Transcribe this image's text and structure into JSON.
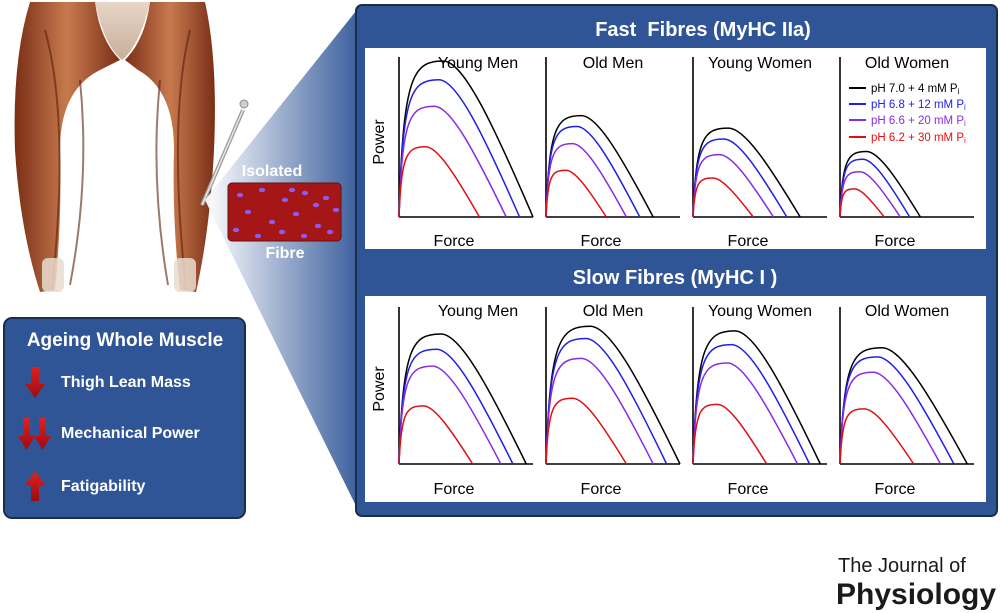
{
  "fibre_label": {
    "line1": "Isolated",
    "line2": "Fibre"
  },
  "summary": {
    "title": "Ageing Whole Muscle",
    "items": [
      {
        "label": "Thigh Lean Mass",
        "arrow": "down"
      },
      {
        "label": "Mechanical Power",
        "arrow": "double-down"
      },
      {
        "label": "Fatigability",
        "arrow": "up"
      }
    ]
  },
  "panels": [
    {
      "title": "Fast  Fibres (MyHC IIa)"
    },
    {
      "title": "Slow Fibres (MyHC I )"
    }
  ],
  "axis": {
    "xlabel": "Force",
    "ylabel": "Power"
  },
  "legend": [
    {
      "label": "pH 7.0 + 4 mM P",
      "sub": "i",
      "color": "#000000"
    },
    {
      "label": "pH 6.8 + 12 mM P",
      "sub": "i",
      "color": "#1f1fe6"
    },
    {
      "label": "pH 6.6 + 20 mM P",
      "sub": "i",
      "color": "#8a2be2"
    },
    {
      "label": "pH 6.2 + 30 mM P",
      "sub": "i",
      "color": "#e01010"
    }
  ],
  "colors": {
    "frame": "#2f5597",
    "panel_bg": "#3a64a8",
    "arrow": "#c0141c",
    "series": [
      "#000000",
      "#1f1fe6",
      "#8a2be2",
      "#e01010"
    ]
  },
  "journal": {
    "line1": "The Journal of",
    "line2": "Physiology"
  },
  "chart_data": [
    {
      "type": "line",
      "title": "Young Men",
      "panel": "Fast  Fibres (MyHC IIa)",
      "xlabel": "Force",
      "ylabel": "Power",
      "series": [
        {
          "name": "pH 7.0 + 4 mM Pi",
          "peak": 1.0,
          "fmax": 1.0
        },
        {
          "name": "pH 6.8 + 12 mM Pi",
          "peak": 0.88,
          "fmax": 0.9
        },
        {
          "name": "pH 6.6 + 20 mM Pi",
          "peak": 0.71,
          "fmax": 0.8
        },
        {
          "name": "pH 6.2 + 30 mM Pi",
          "peak": 0.45,
          "fmax": 0.6
        }
      ]
    },
    {
      "type": "line",
      "title": "Old Men",
      "panel": "Fast  Fibres (MyHC IIa)",
      "xlabel": "Force",
      "ylabel": "Power",
      "series": [
        {
          "name": "pH 7.0 + 4 mM Pi",
          "peak": 0.65,
          "fmax": 0.8
        },
        {
          "name": "pH 6.8 + 12 mM Pi",
          "peak": 0.58,
          "fmax": 0.7
        },
        {
          "name": "pH 6.6 + 20 mM Pi",
          "peak": 0.47,
          "fmax": 0.6
        },
        {
          "name": "pH 6.2 + 30 mM Pi",
          "peak": 0.3,
          "fmax": 0.45
        }
      ]
    },
    {
      "type": "line",
      "title": "Young Women",
      "panel": "Fast  Fibres (MyHC IIa)",
      "xlabel": "Force",
      "ylabel": "Power",
      "series": [
        {
          "name": "pH 7.0 + 4 mM Pi",
          "peak": 0.57,
          "fmax": 0.8
        },
        {
          "name": "pH 6.8 + 12 mM Pi",
          "peak": 0.5,
          "fmax": 0.7
        },
        {
          "name": "pH 6.6 + 20 mM Pi",
          "peak": 0.4,
          "fmax": 0.6
        },
        {
          "name": "pH 6.2 + 30 mM Pi",
          "peak": 0.25,
          "fmax": 0.45
        }
      ]
    },
    {
      "type": "line",
      "title": "Old Women",
      "panel": "Fast  Fibres (MyHC IIa)",
      "xlabel": "Force",
      "ylabel": "Power",
      "series": [
        {
          "name": "pH 7.0 + 4 mM Pi",
          "peak": 0.42,
          "fmax": 0.6
        },
        {
          "name": "pH 6.8 + 12 mM Pi",
          "peak": 0.37,
          "fmax": 0.52
        },
        {
          "name": "pH 6.6 + 20 mM Pi",
          "peak": 0.29,
          "fmax": 0.45
        },
        {
          "name": "pH 6.2 + 30 mM Pi",
          "peak": 0.18,
          "fmax": 0.33
        }
      ]
    },
    {
      "type": "line",
      "title": "Young Men",
      "panel": "Slow Fibres (MyHC I )",
      "xlabel": "Force",
      "ylabel": "Power",
      "series": [
        {
          "name": "pH 7.0 + 4 mM Pi",
          "peak": 0.85,
          "fmax": 0.95
        },
        {
          "name": "pH 6.8 + 12 mM Pi",
          "peak": 0.75,
          "fmax": 0.85
        },
        {
          "name": "pH 6.6 + 20 mM Pi",
          "peak": 0.64,
          "fmax": 0.76
        },
        {
          "name": "pH 6.2 + 30 mM Pi",
          "peak": 0.38,
          "fmax": 0.55
        }
      ]
    },
    {
      "type": "line",
      "title": "Old Men",
      "panel": "Slow Fibres (MyHC I )",
      "xlabel": "Force",
      "ylabel": "Power",
      "series": [
        {
          "name": "pH 7.0 + 4 mM Pi",
          "peak": 0.9,
          "fmax": 1.0
        },
        {
          "name": "pH 6.8 + 12 mM Pi",
          "peak": 0.82,
          "fmax": 0.9
        },
        {
          "name": "pH 6.6 + 20 mM Pi",
          "peak": 0.69,
          "fmax": 0.8
        },
        {
          "name": "pH 6.2 + 30 mM Pi",
          "peak": 0.43,
          "fmax": 0.6
        }
      ]
    },
    {
      "type": "line",
      "title": "Young Women",
      "panel": "Slow Fibres (MyHC I )",
      "xlabel": "Force",
      "ylabel": "Power",
      "series": [
        {
          "name": "pH 7.0 + 4 mM Pi",
          "peak": 0.87,
          "fmax": 0.95
        },
        {
          "name": "pH 6.8 + 12 mM Pi",
          "peak": 0.78,
          "fmax": 0.87
        },
        {
          "name": "pH 6.6 + 20 mM Pi",
          "peak": 0.66,
          "fmax": 0.78
        },
        {
          "name": "pH 6.2 + 30 mM Pi",
          "peak": 0.39,
          "fmax": 0.55
        }
      ]
    },
    {
      "type": "line",
      "title": "Old Women",
      "panel": "Slow Fibres (MyHC I )",
      "xlabel": "Force",
      "ylabel": "Power",
      "series": [
        {
          "name": "pH 7.0 + 4 mM Pi",
          "peak": 0.76,
          "fmax": 0.95
        },
        {
          "name": "pH 6.8 + 12 mM Pi",
          "peak": 0.7,
          "fmax": 0.85
        },
        {
          "name": "pH 6.6 + 20 mM Pi",
          "peak": 0.6,
          "fmax": 0.75
        },
        {
          "name": "pH 6.2 + 30 mM Pi",
          "peak": 0.36,
          "fmax": 0.55
        }
      ]
    }
  ]
}
